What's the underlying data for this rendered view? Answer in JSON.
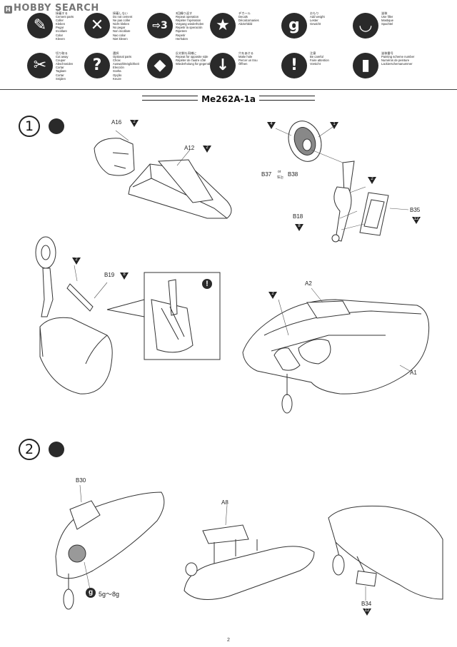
{
  "watermark": "HOBBY SEARCH",
  "legend": [
    {
      "icon": "cement-icon",
      "glyph": "✎",
      "lines": [
        "接着する",
        "Cement parts",
        "Coller",
        "Kleben",
        "Pegar",
        "Incollare",
        "Colar",
        "Kleven"
      ]
    },
    {
      "icon": "no-cement-icon",
      "glyph": "✕",
      "lines": [
        "接着しない",
        "Do not cement",
        "Ne pas coller",
        "Nicht kleben",
        "No pegar",
        "Non incollare",
        "Nao colar",
        "Niet kleven"
      ]
    },
    {
      "icon": "repeat-icon",
      "glyph": "⇨3",
      "lines": [
        "3回繰り返す",
        "Repeat operation",
        "Répéter l'opération",
        "Vorgang wiederholen",
        "Repetir la operación",
        "Ripetere",
        "Repetir",
        "Herhalen"
      ]
    },
    {
      "icon": "decal-icon",
      "glyph": "★",
      "lines": [
        "デカール",
        "Decals",
        "Décalcomanies",
        "Abziehbild"
      ]
    },
    {
      "icon": "weight-icon",
      "glyph": "g",
      "lines": [
        "おもり",
        "Add weight",
        "Lester",
        "Gewicht"
      ]
    },
    {
      "icon": "paint-bowl-icon",
      "glyph": "◡",
      "lines": [
        "塗装",
        "Use filler",
        "Mastique",
        "Spachtel"
      ]
    },
    {
      "icon": "cut-icon",
      "glyph": "✂",
      "lines": [
        "切り取る",
        "Cut away",
        "Couper",
        "Abschneiden",
        "Cortar",
        "Tagliare",
        "Cortar",
        "Snijden"
      ]
    },
    {
      "icon": "option-icon",
      "glyph": "?",
      "lines": [
        "選択",
        "Optional parts",
        "Choix",
        "Auswahlmöglichkeit",
        "Elección",
        "Scelta",
        "Opção",
        "Keuze"
      ]
    },
    {
      "icon": "opposite-icon",
      "glyph": "◆",
      "lines": [
        "反対側も同様に",
        "Repeat for opposite side",
        "Répéter de l'autre côté",
        "Wiederholung für gegenüberliegende Seite"
      ]
    },
    {
      "icon": "drill-icon",
      "glyph": "↓",
      "lines": [
        "穴をあける",
        "Make hole",
        "Percer un trou",
        "Öffnen"
      ]
    },
    {
      "icon": "caution-icon",
      "glyph": "!",
      "lines": [
        "注意",
        "Be careful",
        "Faire attention",
        "Vorsicht"
      ]
    },
    {
      "icon": "paint-number-icon",
      "glyph": "▮",
      "lines": [
        "塗装番号",
        "Painting scheme number",
        "Numéros de peinture",
        "Lackierschemanummer"
      ]
    }
  ],
  "title": "Me262A-1a",
  "steps": [
    {
      "number": "1"
    },
    {
      "number": "2"
    }
  ],
  "parts": {
    "a16": "A16",
    "a12": "A12",
    "b37": "B37",
    "or": "or",
    "or_kr": "또는",
    "b38": "B38",
    "b18": "B18",
    "b35": "B35",
    "b19": "B19",
    "a2": "A2",
    "a1": "A1",
    "b30": "B30",
    "a8": "A8",
    "b34": "B34",
    "weight_range": "5g～8g"
  },
  "flags": {
    "a16": "2",
    "a12": "2",
    "wheel_left": "4",
    "wheel_right": "1",
    "strut": "2",
    "b18": "8",
    "b35": "12",
    "b19_link": "2",
    "b19": "8",
    "a2": "2",
    "b34": "12"
  },
  "weight_badge": "g",
  "caution_badge": "!",
  "page_number": "2"
}
